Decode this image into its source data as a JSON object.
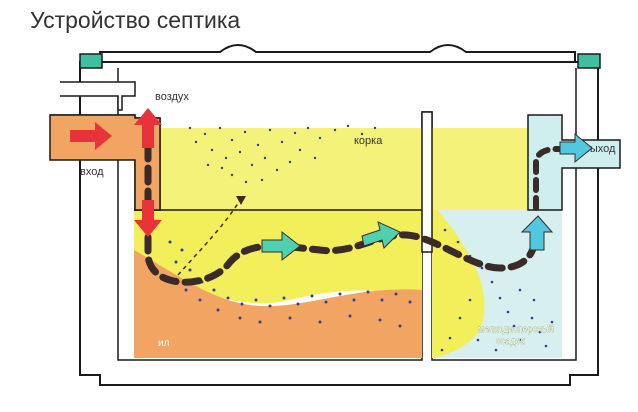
{
  "title": "Устройство септика",
  "labels": {
    "air": "воздух",
    "inlet": "вход",
    "crust": "корка",
    "outlet": "выход",
    "sludge": "ил",
    "sediment_line1": "мелкодисперсный",
    "sediment_line2": "осадок"
  },
  "colors": {
    "tank_outline": "#1a1a1a",
    "crust_layer": "#f5f27a",
    "middle_liquid": "#f2ef5a",
    "sludge": "#f2a562",
    "inlet_pipe": "#f2a562",
    "clarified_water": "#d7f0ef",
    "outlet_pipe": "#cfefef",
    "vents": "#3fbf9f",
    "arrow_red": "#e8333a",
    "arrow_green": "#4fd1b0",
    "arrow_cyan": "#4fc8e0",
    "flow_path": "#3a2a28",
    "particles": "#2f3f9a"
  },
  "icons": [
    "arrow-right-icon",
    "arrow-up-icon",
    "arrow-down-icon"
  ]
}
